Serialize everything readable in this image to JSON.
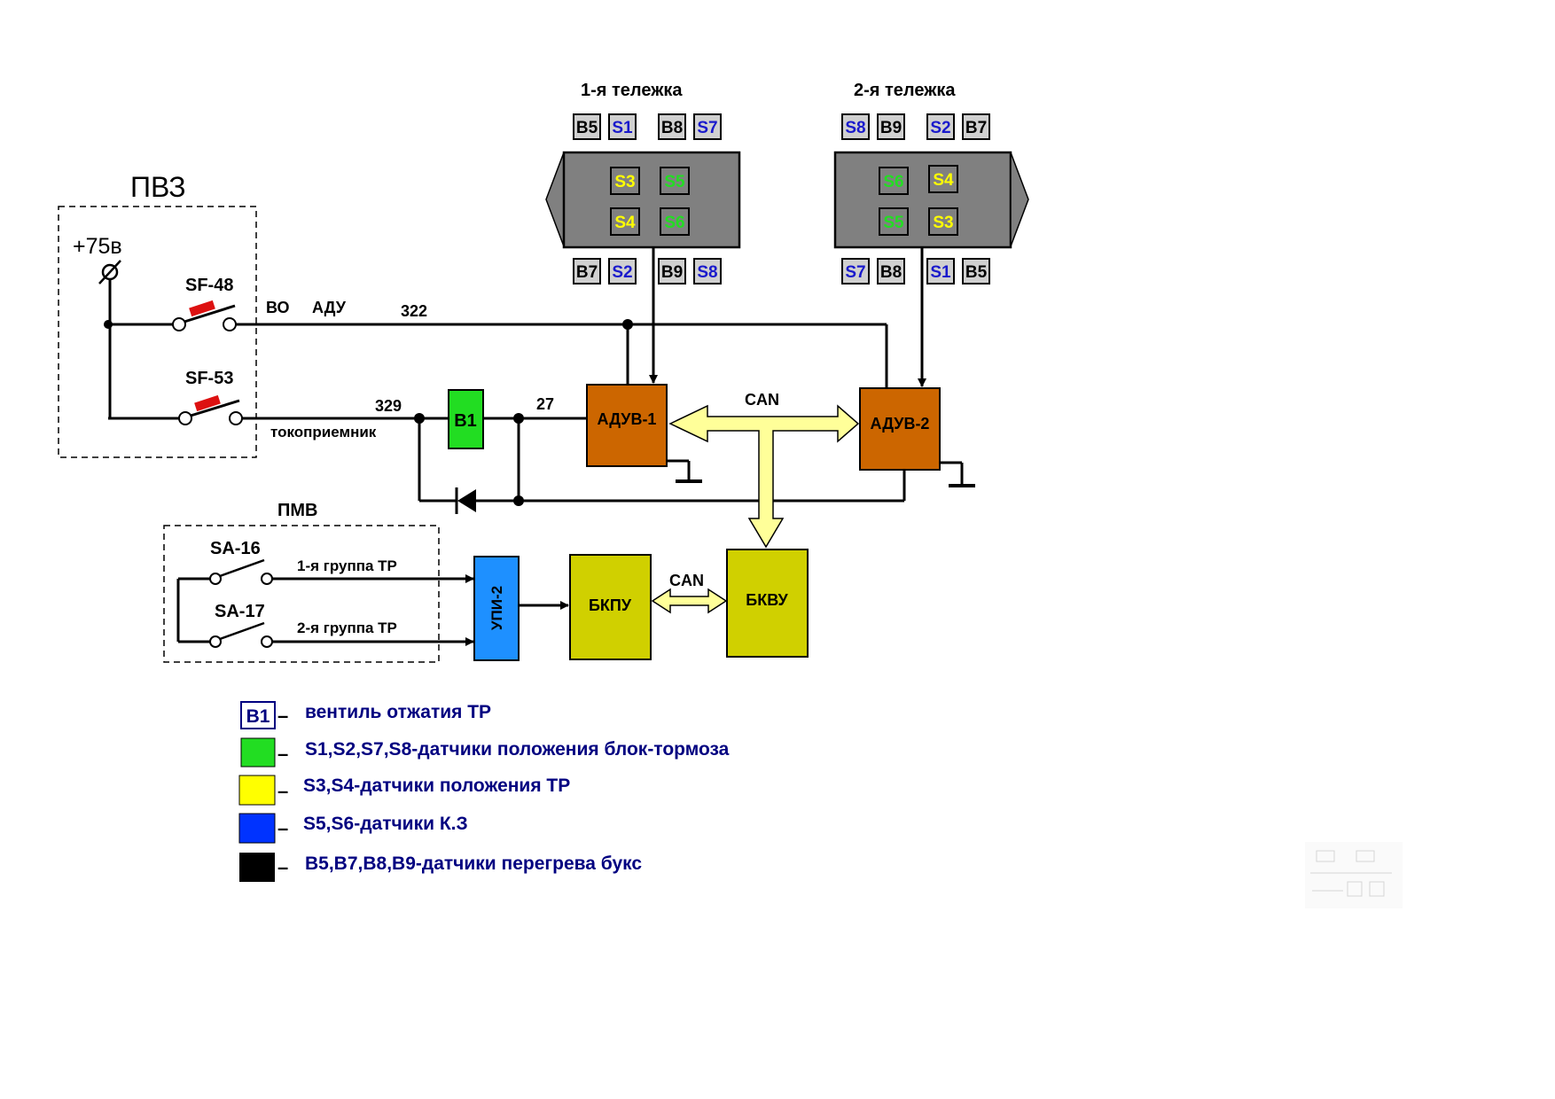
{
  "pvz": {
    "title": "ПВЗ",
    "voltage": "+75в",
    "sf48": "SF-48",
    "sf53": "SF-53",
    "vo": "ВО",
    "adu": "АДУ",
    "wire322": "322",
    "wire329": "329",
    "wire27": "27",
    "tokopriemnik": "токоприемник"
  },
  "pmv": {
    "title": "ПМВ",
    "sa16": "SA-16",
    "sa17": "SA-17",
    "group1": "1-я группа ТР",
    "group2": "2-я группа ТР"
  },
  "blocks": {
    "b1": "В1",
    "aduv1": "АДУВ-1",
    "aduv2": "АДУВ-2",
    "upi2": "УПИ-2",
    "bkpu": "БКПУ",
    "bkvu": "БКВУ",
    "can_top": "CAN",
    "can_bottom": "CAN"
  },
  "bogie1": {
    "title": "1-я тележка",
    "top": [
      "В5",
      "S1",
      "В8",
      "S7"
    ],
    "inner": [
      "S3",
      "S5",
      "S4",
      "S6"
    ],
    "bottom": [
      "В7",
      "S2",
      "В9",
      "S8"
    ]
  },
  "bogie2": {
    "title": "2-я тележка",
    "top": [
      "S8",
      "В9",
      "S2",
      "В7"
    ],
    "inner": [
      "S6",
      "S4",
      "S5",
      "S3"
    ],
    "bottom": [
      "S7",
      "В8",
      "S1",
      "В5"
    ]
  },
  "legend": {
    "b1_key": "В1",
    "dash": "–",
    "items": [
      "вентиль отжатия ТР",
      "S1,S2,S7,S8-датчики положения блок-тормоза",
      "S3,S4-датчики положения ТР",
      "S5,S6-датчики К.З",
      "В5,В7,В8,В9-датчики перегрева букс"
    ]
  },
  "colors": {
    "green": "#22dd22",
    "yellow": "#ffff00",
    "blue": "#0033ff",
    "black": "#000000",
    "orange": "#cc6600",
    "olive": "#d0d000",
    "can_arrow": "#ffff99",
    "gray_box": "#808080",
    "sensor_bg": "#d0d0d0",
    "sensor_blue": "#1a1acc"
  }
}
